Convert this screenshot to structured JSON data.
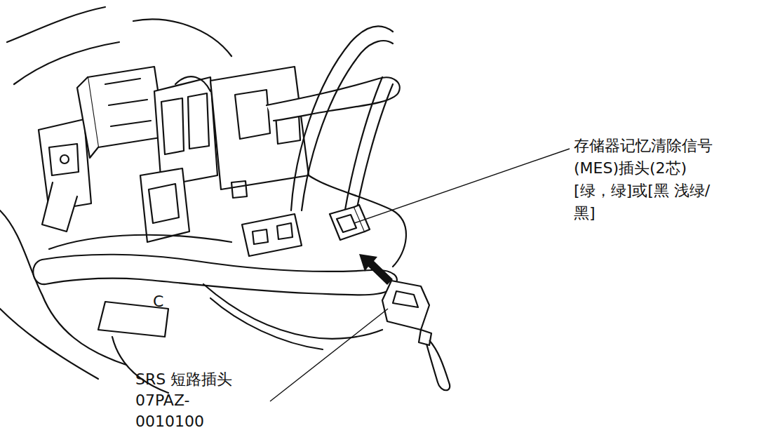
{
  "diagram": {
    "labels": [
      "存储器记忆清除信号 (MES)插头(2芯) [绿，绿]或[黑 浅绿/黑]",
      "SRS 短路插头 07PAZ-0010100",
      "C"
    ]
  }
}
